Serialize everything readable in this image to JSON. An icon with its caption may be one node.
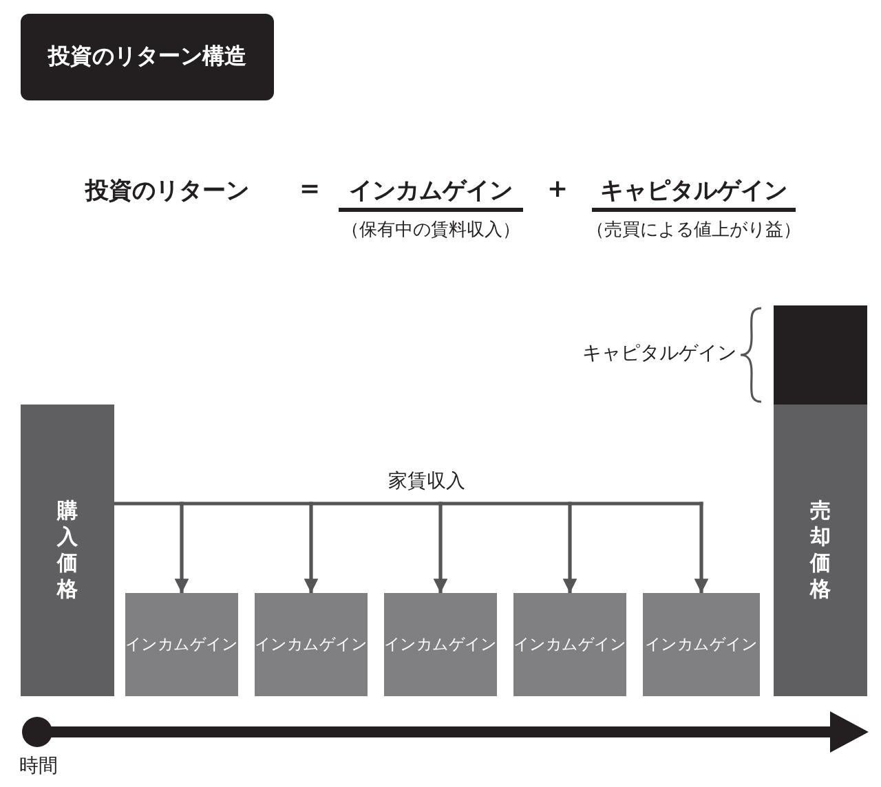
{
  "diagram": {
    "title": "投資のリターン構造",
    "nodes": [
      {
        "text": [
          "購入価格"
        ]
      },
      {
        "text": [
          "インカムゲイン"
        ]
      },
      {
        "text": [
          "インカムゲイン"
        ]
      },
      {
        "text": [
          "インカムゲイン"
        ]
      },
      {
        "text": [
          "インカムゲイン"
        ]
      },
      {
        "text": [
          "インカムゲイン"
        ]
      },
      {
        "text": [],
        "shape": "box",
        "beside": [
          "キャピタルゲイン"
        ]
      },
      {
        "text": [
          "売却価格"
        ]
      }
    ],
    "edges": [
      {
        "from": 0,
        "to": 1,
        "arrow": "to",
        "label": "家賃収入"
      },
      {
        "from": 0,
        "to": 2,
        "arrow": "to"
      },
      {
        "from": 0,
        "to": 3,
        "arrow": "to"
      },
      {
        "from": 0,
        "to": 4,
        "arrow": "to"
      },
      {
        "from": 0,
        "to": 5,
        "arrow": "to"
      }
    ],
    "labels": [
      "投資のリターン",
      "=",
      "インカムゲイン",
      "（保有中の賃料収入）",
      "+",
      "キャピタルゲイン",
      "（売買による値上がり益）",
      "時間"
    ]
  }
}
